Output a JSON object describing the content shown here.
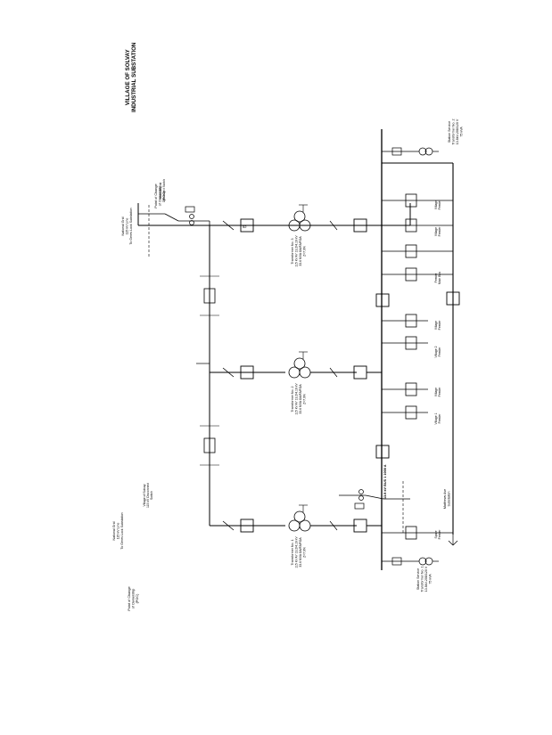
{
  "title": {
    "line1": "VILLAGE OF SOLVAY",
    "line2": "INDUSTRIAL SUBSTATION"
  },
  "external": {
    "grid_top": [
      "National Grid",
      "115 kV Line",
      "To Geres Lock Substation"
    ],
    "grid_bottom": [
      "National Grid",
      "115 kV Line",
      "To Geres Lock Substation"
    ],
    "poc_top": [
      "Point of Change",
      "of Ownership",
      "(POC)"
    ],
    "poc_bottom": [
      "Point of Change",
      "of Ownership",
      "(POC)"
    ],
    "village_switch": [
      "Village of Solvay",
      "115 kV Disconnect",
      "Switch"
    ],
    "ng_switch": [
      "National Grid",
      "Disconnect Switch"
    ]
  },
  "transformers": [
    {
      "lines": [
        "Transformer No. 3",
        "115 kV AY 13.2/4.16 kV",
        "33.6 MVA OA/FA/FOA",
        "Z=7.9%"
      ]
    },
    {
      "lines": [
        "Transformer No. 2",
        "115 kV AY 13.2/4.16 kV",
        "33.6 MVA OA/FA/FOA",
        "Z=7.9%"
      ]
    },
    {
      "lines": [
        "Transformer No. 1",
        "115 kV AY 13.2/4.16 kV",
        "33.6 MVA OA/FA/FOA",
        "Z=7.9%"
      ]
    }
  ],
  "bus_label": "13.8 kV BUS 1 1000 A",
  "feeders_upper": [
    {
      "label": [
        "Village 1",
        "Feeder"
      ]
    },
    {
      "label": [
        "Village 2",
        "Feeder"
      ]
    },
    {
      "label": [
        "Feeder",
        "Main Bus"
      ]
    },
    {
      "label": [
        "Village",
        "Feeder"
      ]
    },
    {
      "label": [
        "Village",
        "Feeder"
      ]
    }
  ],
  "feeders_lower": [
    {
      "label": [
        "Village",
        "Feeder"
      ]
    },
    {
      "label": [
        "Village",
        "Feeder"
      ]
    }
  ],
  "station_service": {
    "top": [
      "Station Service",
      "Transformer No. 2",
      "13.8kV-208/120 V",
      "75 kVA"
    ],
    "bottom": [
      "Station Service",
      "Transformer No. 1",
      "13.8kV-208/120 V",
      "75 kVA"
    ]
  },
  "misc": {
    "spare": [
      "Spare",
      "Feeder"
    ],
    "matthews": [
      "Matthews Ave",
      "Substation"
    ]
  }
}
